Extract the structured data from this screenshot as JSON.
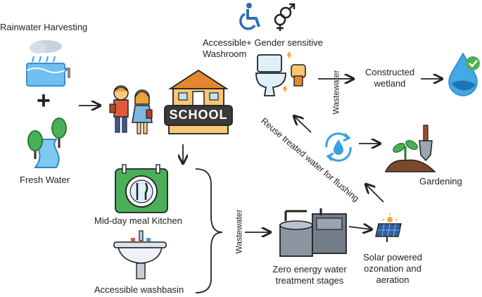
{
  "labels": {
    "rainwater": "Rainwater Harvesting",
    "fresh_water": "Fresh Water",
    "washroom_line1": "Accessible+ Gender sensitive",
    "washroom_line2": "Washroom",
    "school": "SCHOOL",
    "constructed_line1": "Constructed",
    "constructed_line2": "wetland",
    "gardening": "Gardening",
    "kitchen": "Mid-day meal Kitchen",
    "washbasin": "Accessible washbasin",
    "treatment_line1": "Zero energy water",
    "treatment_line2": "treatment stages",
    "solar_line1": "Solar powered",
    "solar_line2": "ozonation and",
    "solar_line3": "aeration",
    "wastewater_top": "Wastewater",
    "wastewater_mid": "Wastewater",
    "reuse": "Reuse  treated water for flushing",
    "plus": "+"
  },
  "colors": {
    "water_blue": "#3aa0e0",
    "green": "#4caf50",
    "school_orange": "#f2a93b",
    "dark": "#2b2b2b"
  }
}
